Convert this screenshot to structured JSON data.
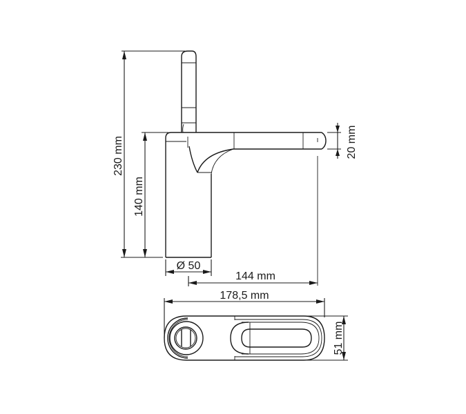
{
  "drawing": {
    "subject": "single-lever basin faucet",
    "views": [
      "side-view",
      "top-view"
    ],
    "line_color": "#1a1a1a",
    "background": "#ffffff"
  },
  "dimensions": {
    "total_height": "230 mm",
    "body_height": "140 mm",
    "spout_thickness": "20 mm",
    "body_diameter": "Ø 50",
    "spout_reach": "144 mm",
    "total_length": "178,5 mm",
    "top_width": "51 mm"
  }
}
